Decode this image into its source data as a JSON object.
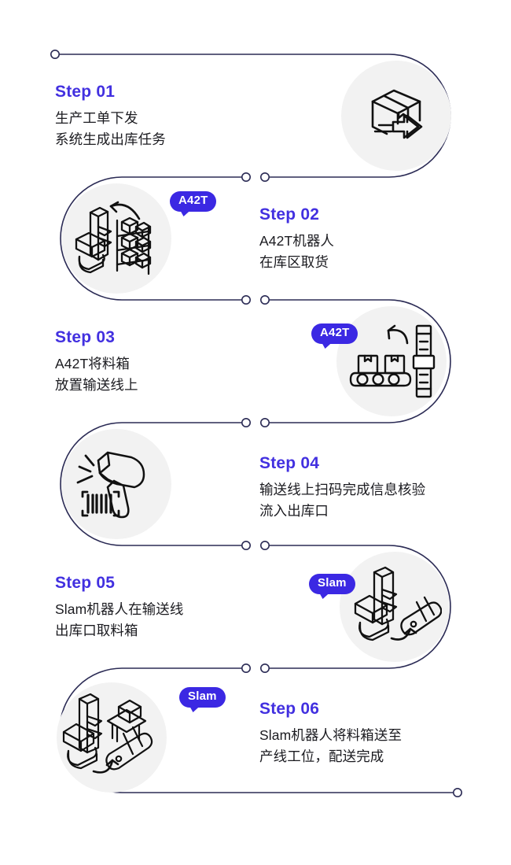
{
  "meta": {
    "accent_blue": "#4230E0",
    "badge_blue": "#3B28E3",
    "line_color": "#2b2b55",
    "text_color": "#1b1b20",
    "icon_circle_bg": "#f2f2f2",
    "background": "#ffffff"
  },
  "steps": [
    {
      "id": "step-01",
      "title": "Step 01",
      "desc": "生产工单下发\n系统生成出库任务",
      "side": "left",
      "icon": "box-with-arrows-icon",
      "badge": null
    },
    {
      "id": "step-02",
      "title": "Step 02",
      "desc": "A42T机器人\n在库区取货",
      "side": "right",
      "icon": "robot-rack-pick-icon",
      "badge": "A42T"
    },
    {
      "id": "step-03",
      "title": "Step 03",
      "desc": "A42T将料箱\n放置输送线上",
      "side": "left",
      "icon": "conveyor-place-box-icon",
      "badge": "A42T"
    },
    {
      "id": "step-04",
      "title": "Step 04",
      "desc": "输送线上扫码完成信息核验\n流入出库口",
      "side": "right",
      "icon": "barcode-scanner-icon",
      "badge": null
    },
    {
      "id": "step-05",
      "title": "Step 05",
      "desc": "Slam机器人在输送线\n出库口取料箱",
      "side": "left",
      "icon": "robot-take-box-conveyor-icon",
      "badge": "Slam"
    },
    {
      "id": "step-06",
      "title": "Step 06",
      "desc": "Slam机器人将料箱送至\n产线工位，配送完成",
      "side": "right",
      "icon": "robot-deliver-workstation-icon",
      "badge": "Slam"
    }
  ]
}
